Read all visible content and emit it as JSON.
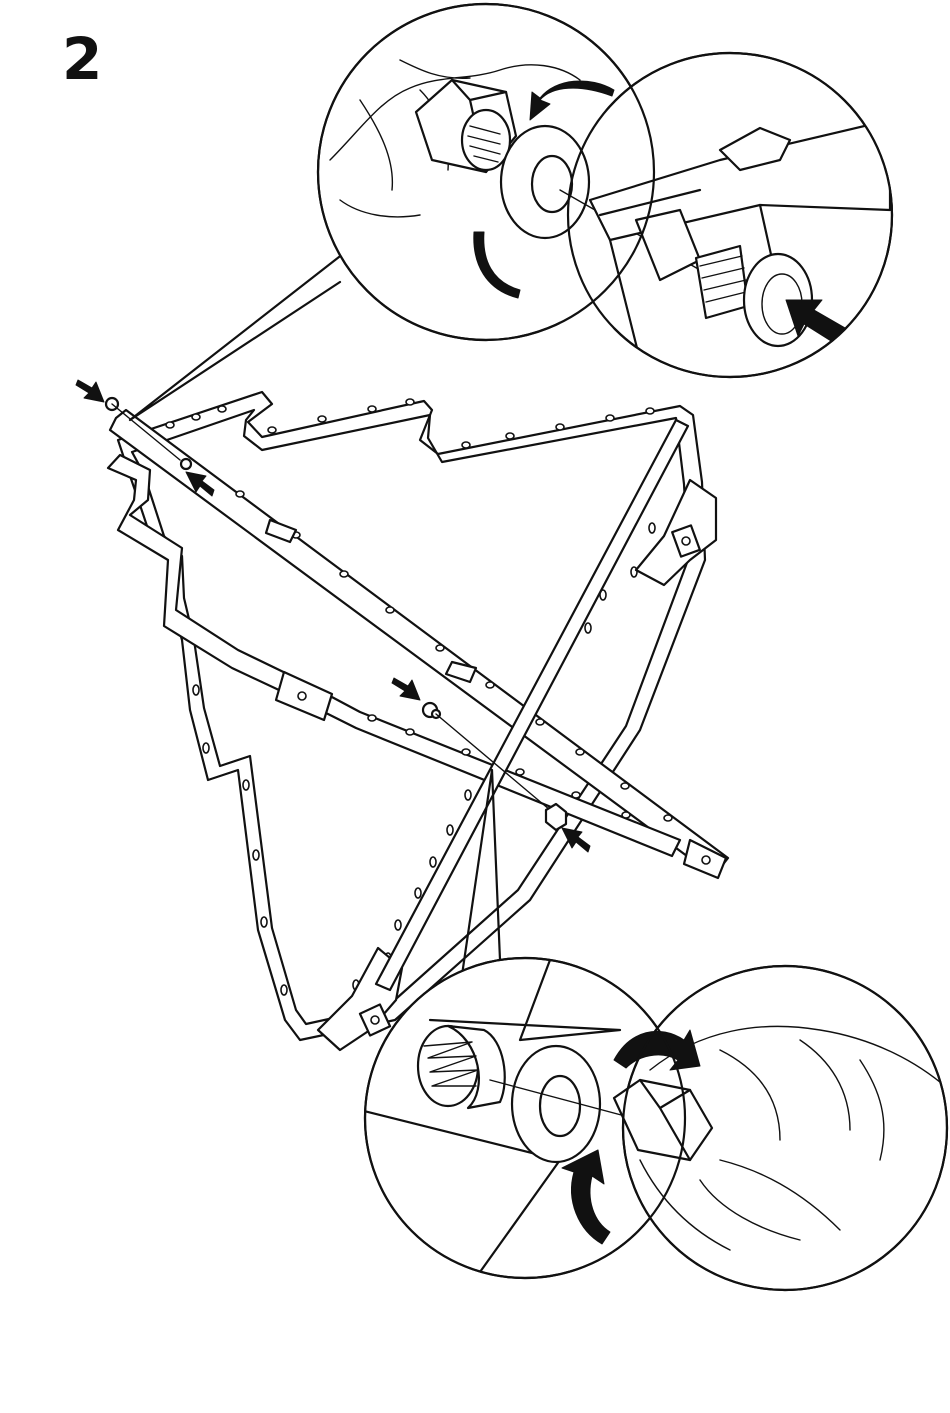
{
  "step": {
    "number": "2"
  },
  "diagram": {
    "subject": "frame-assembly",
    "detail_views": [
      "bolt-washer-nut-top",
      "bolt-washer-nut-bottom"
    ],
    "ink_color": "#111111",
    "paper_color": "#ffffff"
  }
}
